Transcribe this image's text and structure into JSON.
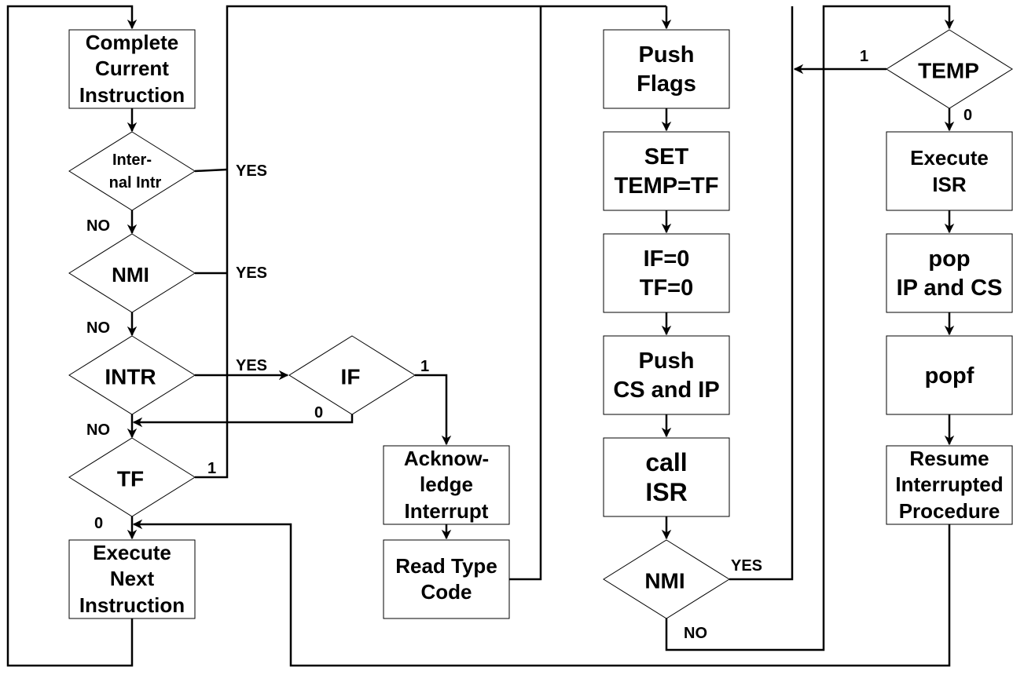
{
  "nodes": {
    "complete_current": [
      "Complete",
      "Current",
      "Instruction"
    ],
    "internal_intr": [
      "Inter-",
      "nal Intr"
    ],
    "nmi_check": [
      "NMI"
    ],
    "intr_check": [
      "INTR"
    ],
    "if_check": [
      "IF"
    ],
    "tf_check": [
      "TF"
    ],
    "execute_next": [
      "Execute",
      "Next",
      "Instruction"
    ],
    "acknowledge": [
      "Acknow-",
      "ledge",
      "Interrupt"
    ],
    "read_type": [
      "Read Type",
      "Code"
    ],
    "push_flags": [
      "Push",
      "Flags"
    ],
    "set_temp": [
      "SET",
      "TEMP=TF"
    ],
    "if_tf_zero": [
      "IF=0",
      "TF=0"
    ],
    "push_cs_ip": [
      "Push",
      "CS and IP"
    ],
    "call_isr": [
      "call",
      "ISR"
    ],
    "nmi_after": [
      "NMI"
    ],
    "temp_check": [
      "TEMP"
    ],
    "execute_isr": [
      "Execute",
      "ISR"
    ],
    "pop_ip_cs": [
      "pop",
      "IP and CS"
    ],
    "popf": [
      "popf"
    ],
    "resume": [
      "Resume",
      "Interrupted",
      "Procedure"
    ]
  },
  "edge_labels": {
    "internal_yes": "YES",
    "internal_no": "NO",
    "nmi_yes": "YES",
    "nmi_no": "NO",
    "intr_yes": "YES",
    "intr_no": "NO",
    "if_one": "1",
    "if_zero": "0",
    "tf_one": "1",
    "tf_zero": "0",
    "nmi_after_yes": "YES",
    "nmi_after_no": "NO",
    "temp_one": "1",
    "temp_zero": "0"
  }
}
